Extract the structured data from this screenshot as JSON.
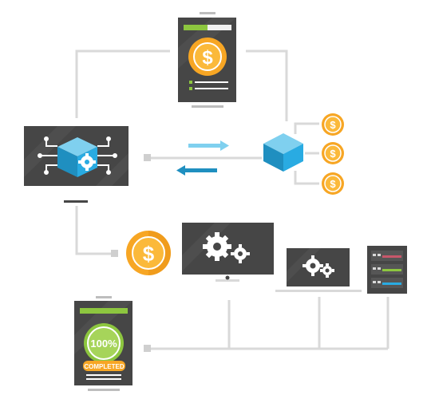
{
  "diagram": {
    "colors": {
      "connector": "#d9d9d9",
      "device_dark": "#464646",
      "device_stripe": "#565656",
      "coin_orange": "#f7a624",
      "coin_dark": "#e38a0f",
      "progress_green": "#8dc63f",
      "cube_blue": "#29abe2",
      "arrow_light": "#7fd0ef",
      "arrow_dark": "#1f8fc0"
    },
    "nodes": [
      {
        "id": "tablet-payment",
        "icon": "dollar-coin-icon",
        "progress": 0.5
      },
      {
        "id": "monitor-cube-processor",
        "icon": "cube-gear-icon"
      },
      {
        "id": "cube-distributor",
        "icon": "cube-icon",
        "outputs": 3
      },
      {
        "id": "coin-payment",
        "icon": "dollar-coin-icon"
      },
      {
        "id": "desktop-monitor",
        "icon": "gears-icon"
      },
      {
        "id": "laptop",
        "icon": "gears-icon"
      },
      {
        "id": "server-rack",
        "icon": "server-icon",
        "units": 3
      },
      {
        "id": "tablet-complete",
        "icon": "progress-ring-icon",
        "progress": 1.0
      }
    ],
    "texts": {
      "percent": "100%",
      "status": "COMPLETED",
      "dollar": "$"
    }
  }
}
